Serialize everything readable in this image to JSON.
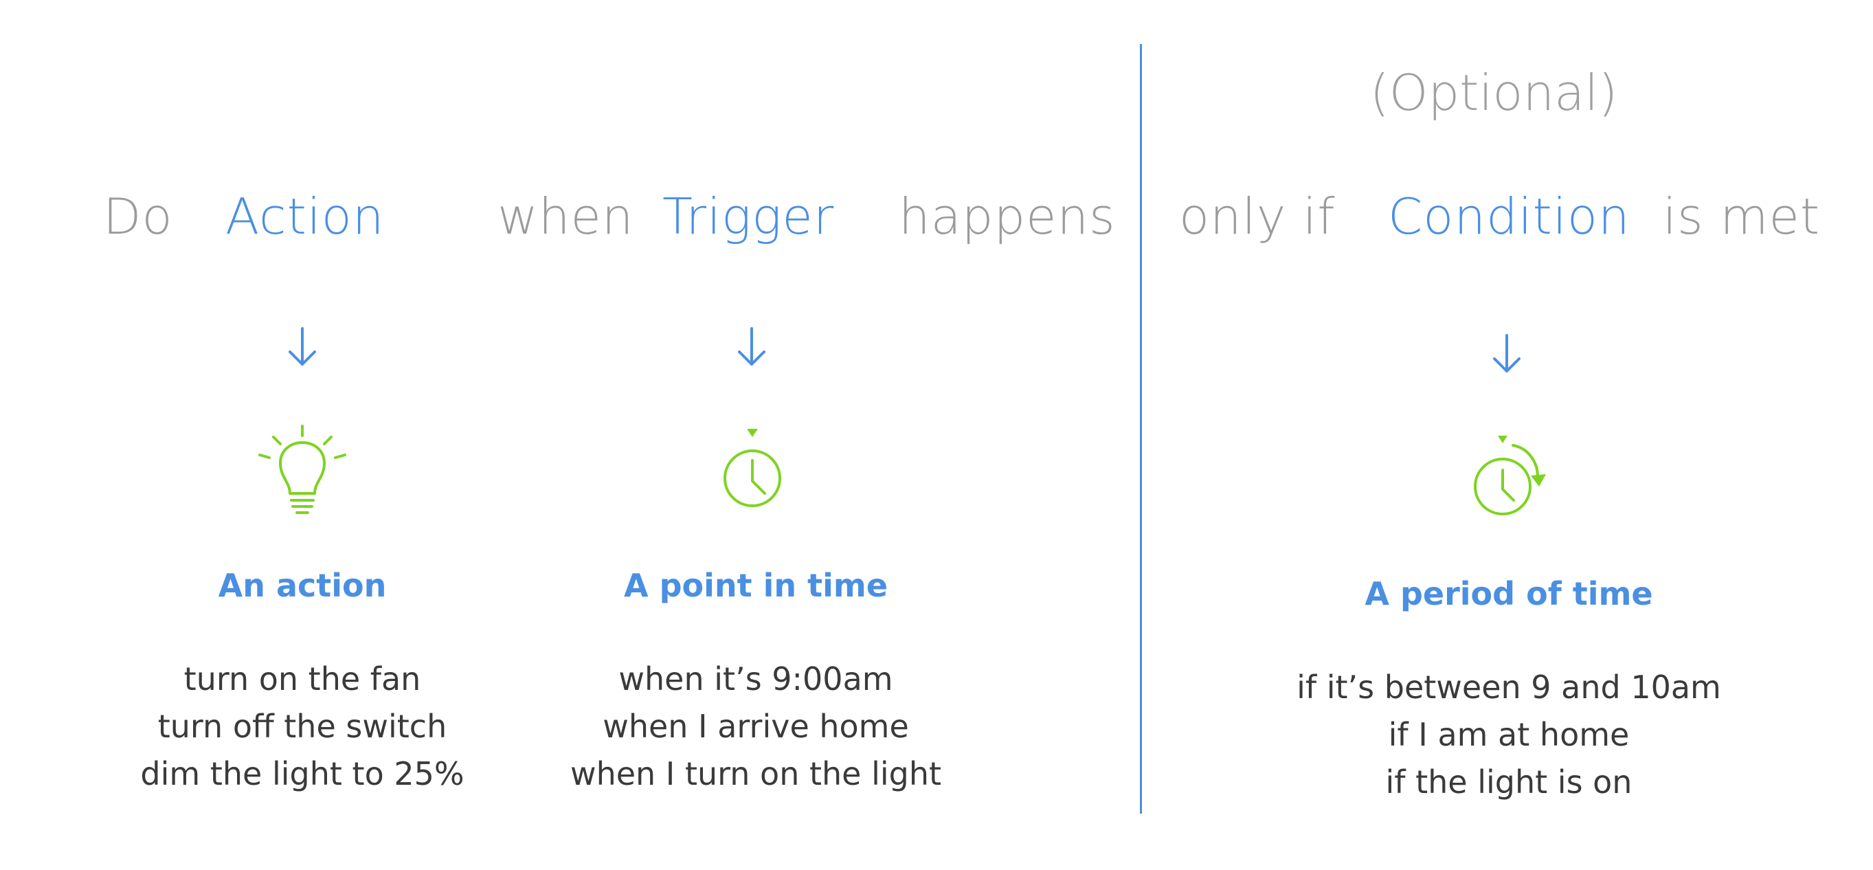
{
  "headline": {
    "do": "Do",
    "action": "Action",
    "when": "when",
    "trigger": "Trigger",
    "happens": "happens",
    "only_if": "only if",
    "condition": "Condition",
    "is_met": "is met",
    "optional": "(Optional)"
  },
  "columns": {
    "action": {
      "icon": "lightbulb-icon",
      "title": "An action",
      "examples": [
        "turn on the fan",
        "turn off the switch",
        "dim the light to 25%"
      ]
    },
    "trigger": {
      "icon": "clock-icon",
      "title": "A point in time",
      "examples": [
        "when it’s 9:00am",
        "when I arrive home",
        "when I turn on the light"
      ]
    },
    "condition": {
      "icon": "clock-period-icon",
      "title": "A period of time",
      "examples": [
        "if it’s between 9 and 10am",
        "if I am at home",
        "if the light is on"
      ]
    }
  },
  "colors": {
    "accent_blue": "#4a8fe2",
    "icon_green": "#7ed321",
    "muted_grey": "#9b9b9b",
    "body_text": "#3a3a3a"
  }
}
